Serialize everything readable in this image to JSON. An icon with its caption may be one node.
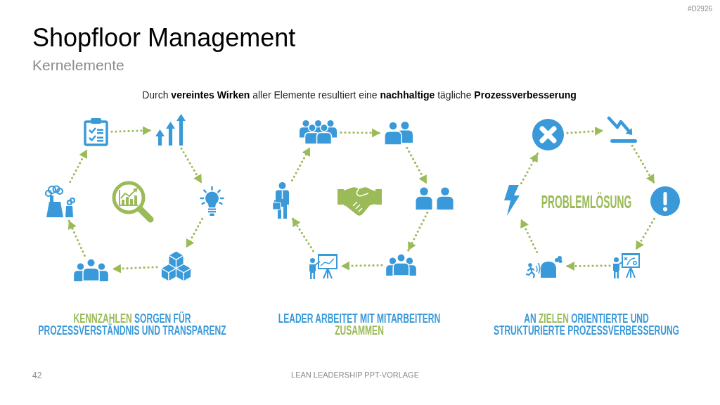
{
  "diagram": {
    "title": "Shopfloor Management",
    "nodes": [
      {
        "text": [],
        "shape": "picture"
      },
      {
        "text": [],
        "shape": "picture"
      },
      {
        "text": [],
        "shape": "picture"
      },
      {
        "text": [],
        "shape": "picture"
      },
      {
        "text": [],
        "shape": "picture"
      },
      {
        "text": [],
        "shape": "picture"
      },
      {
        "text": [],
        "shape": "picture"
      },
      {
        "text": [],
        "shape": "picture"
      },
      {
        "text": [],
        "shape": "picture"
      },
      {
        "text": [],
        "shape": "picture"
      },
      {
        "text": [],
        "shape": "picture"
      },
      {
        "text": [],
        "shape": "picture"
      },
      {
        "text": [],
        "shape": "picture"
      },
      {
        "text": [],
        "shape": "picture"
      },
      {
        "text": [],
        "shape": "picture"
      },
      {
        "text": [],
        "shape": "picture"
      },
      {
        "text": [],
        "shape": "picture"
      },
      {
        "text": [],
        "shape": "picture"
      }
    ],
    "edges": [
      {
        "from": 0,
        "to": 1,
        "arrow": "to"
      },
      {
        "from": 1,
        "to": 2,
        "arrow": "to"
      },
      {
        "from": 2,
        "to": 3,
        "arrow": "to"
      },
      {
        "from": 3,
        "to": 4,
        "arrow": "to"
      },
      {
        "from": 4,
        "to": 5,
        "arrow": "to"
      },
      {
        "from": 5,
        "to": 0,
        "arrow": "to"
      },
      {
        "from": 6,
        "to": 7,
        "arrow": "to"
      },
      {
        "from": 7,
        "to": 8,
        "arrow": "to"
      },
      {
        "from": 8,
        "to": 9,
        "arrow": "to"
      },
      {
        "from": 9,
        "to": 10,
        "arrow": "to"
      },
      {
        "from": 10,
        "to": 11,
        "arrow": "to"
      },
      {
        "from": 11,
        "to": 6,
        "arrow": "to"
      },
      {
        "from": 12,
        "to": 13,
        "arrow": "to"
      },
      {
        "from": 13,
        "to": 14,
        "arrow": "to"
      },
      {
        "from": 14,
        "to": 15,
        "arrow": "to"
      },
      {
        "from": 15,
        "to": 16,
        "arrow": "to"
      },
      {
        "from": 16,
        "to": 17,
        "arrow": "to"
      },
      {
        "from": 17,
        "to": 12,
        "arrow": "to"
      }
    ],
    "labels": [
      "#D2926",
      "Kernelemente",
      "Durch **vereintes Wirken** aller Elemente resultiert eine **nachhaltige** tägliche **Prozessverbesserung**",
      "PROBLEMLÖSUNG",
      "**KENNZAHLEN** SORGEN FÜR PROZESSVERSTÄNDNIS UND TRANSPARENZ",
      "LEADER ARBEITET MIT MITARBEITERN **ZUSAMMEN**",
      "AN **ZIELEN** ORIENTIERTE UND STRUKTURIERTE PROZESSVERBESSERUNG",
      "42",
      "LEAN LEADERSHIP PPT-VORLAGE"
    ]
  }
}
